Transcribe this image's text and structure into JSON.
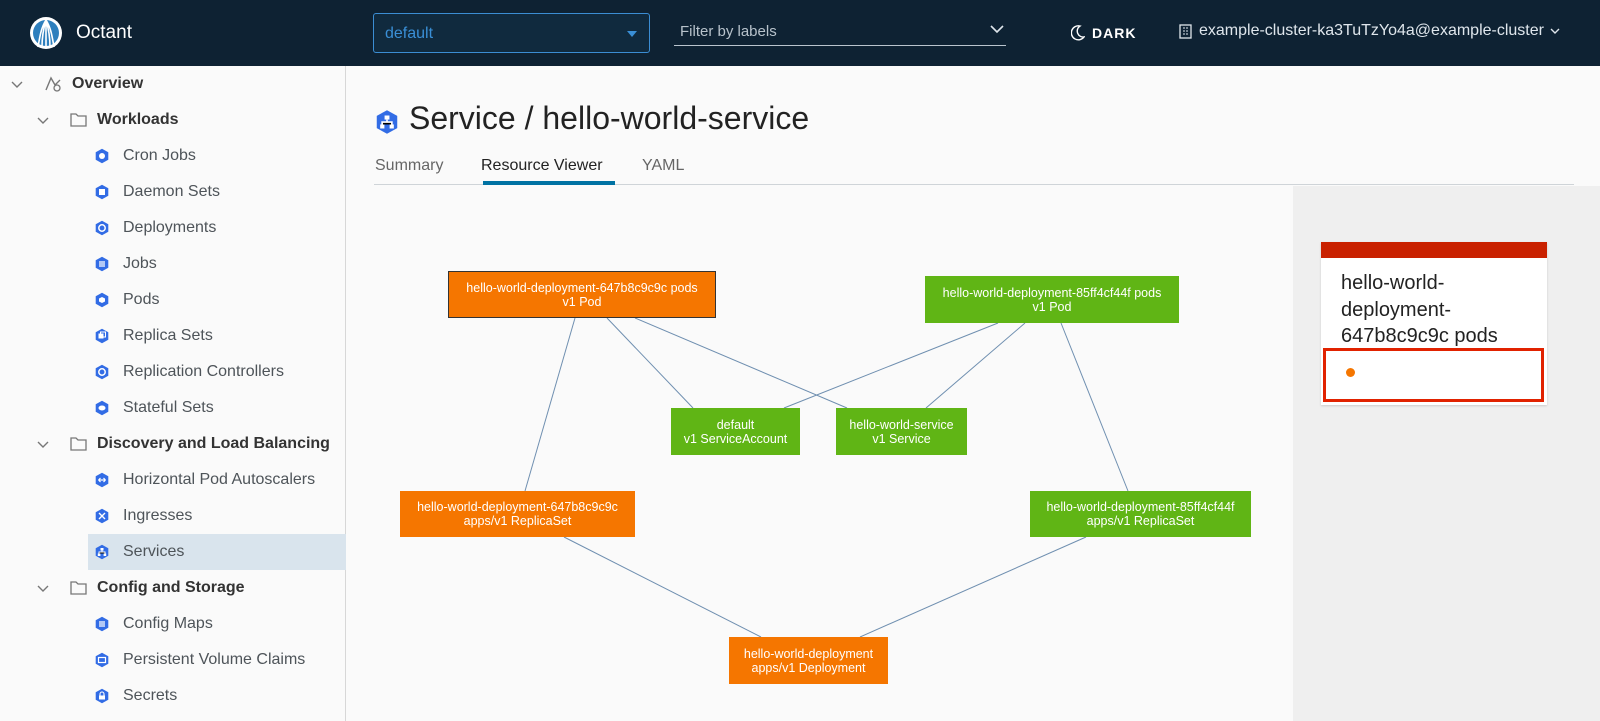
{
  "header": {
    "app_name": "Octant",
    "namespace": "default",
    "filter_placeholder": "Filter by labels",
    "theme_toggle": "DARK",
    "context": "example-cluster-ka3TuTzYo4a@example-cluster"
  },
  "sidebar": {
    "overview": "Overview",
    "workloads": {
      "label": "Workloads",
      "items": [
        "Cron Jobs",
        "Daemon Sets",
        "Deployments",
        "Jobs",
        "Pods",
        "Replica Sets",
        "Replication Controllers",
        "Stateful Sets"
      ]
    },
    "discovery": {
      "label": "Discovery and Load Balancing",
      "items": [
        "Horizontal Pod Autoscalers",
        "Ingresses",
        "Services"
      ]
    },
    "config": {
      "label": "Config and Storage",
      "items": [
        "Config Maps",
        "Persistent Volume Claims",
        "Secrets"
      ]
    },
    "selected": "Services"
  },
  "page": {
    "title": "Service / hello-world-service",
    "tabs": [
      "Summary",
      "Resource Viewer",
      "YAML"
    ],
    "active_tab": "Resource Viewer"
  },
  "graph": {
    "nodes": {
      "pods_a": {
        "name": "hello-world-deployment-647b8c9c9c pods",
        "kind": "v1 Pod",
        "color": "#f57600"
      },
      "pods_b": {
        "name": "hello-world-deployment-85ff4cf44f pods",
        "kind": "v1 Pod",
        "color": "#60b515"
      },
      "sa": {
        "name": "default",
        "kind": "v1 ServiceAccount",
        "color": "#60b515"
      },
      "svc": {
        "name": "hello-world-service",
        "kind": "v1 Service",
        "color": "#60b515"
      },
      "rs_a": {
        "name": "hello-world-deployment-647b8c9c9c",
        "kind": "apps/v1 ReplicaSet",
        "color": "#f57600"
      },
      "rs_b": {
        "name": "hello-world-deployment-85ff4cf44f",
        "kind": "apps/v1 ReplicaSet",
        "color": "#60b515"
      },
      "deploy": {
        "name": "hello-world-deployment",
        "kind": "apps/v1 Deployment",
        "color": "#f57600"
      }
    }
  },
  "detail": {
    "title": "hello-world-deployment-647b8c9c9c pods",
    "header_color": "#c92100",
    "status_color": "#f57600"
  }
}
